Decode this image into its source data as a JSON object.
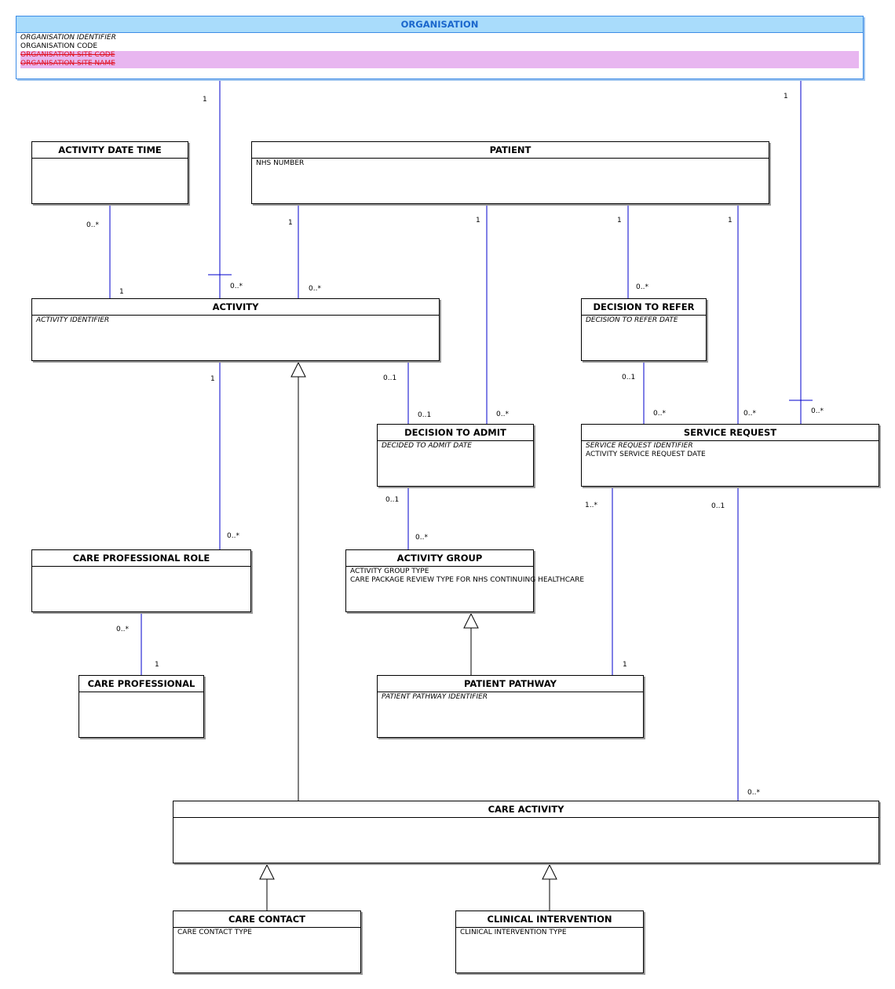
{
  "entities": {
    "organisation": {
      "name": "ORGANISATION",
      "attributes": [
        {
          "text": "ORGANISATION IDENTIFIER",
          "style": "id"
        },
        {
          "text": "ORGANISATION CODE",
          "style": "plain"
        },
        {
          "text": "ORGANISATION SITE CODE",
          "style": "removed"
        },
        {
          "text": "ORGANISATION SITE NAME",
          "style": "removed"
        }
      ]
    },
    "activity_date_time": {
      "name": "ACTIVITY DATE TIME",
      "attributes": []
    },
    "patient": {
      "name": "PATIENT",
      "attributes": [
        {
          "text": "NHS NUMBER",
          "style": "plain"
        }
      ]
    },
    "activity": {
      "name": "ACTIVITY",
      "attributes": [
        {
          "text": "ACTIVITY IDENTIFIER",
          "style": "id"
        }
      ]
    },
    "decision_to_refer": {
      "name": "DECISION TO REFER",
      "attributes": [
        {
          "text": "DECISION TO REFER DATE",
          "style": "id"
        }
      ]
    },
    "decision_to_admit": {
      "name": "DECISION TO ADMIT",
      "attributes": [
        {
          "text": "DECIDED TO ADMIT DATE",
          "style": "id"
        }
      ]
    },
    "service_request": {
      "name": "SERVICE REQUEST",
      "attributes": [
        {
          "text": "SERVICE REQUEST IDENTIFIER",
          "style": "id"
        },
        {
          "text": "ACTIVITY SERVICE REQUEST DATE",
          "style": "plain"
        }
      ]
    },
    "care_professional_role": {
      "name": "CARE PROFESSIONAL ROLE",
      "attributes": []
    },
    "activity_group": {
      "name": "ACTIVITY GROUP",
      "attributes": [
        {
          "text": "ACTIVITY GROUP TYPE",
          "style": "plain"
        },
        {
          "text": "CARE PACKAGE REVIEW TYPE FOR NHS CONTINUING HEALTHCARE",
          "style": "plain"
        }
      ]
    },
    "care_professional": {
      "name": "CARE PROFESSIONAL",
      "attributes": []
    },
    "patient_pathway": {
      "name": "PATIENT PATHWAY",
      "attributes": [
        {
          "text": "PATIENT PATHWAY IDENTIFIER",
          "style": "id"
        }
      ]
    },
    "care_activity": {
      "name": "CARE ACTIVITY",
      "attributes": []
    },
    "care_contact": {
      "name": "CARE CONTACT",
      "attributes": [
        {
          "text": "CARE CONTACT TYPE",
          "style": "plain"
        }
      ]
    },
    "clinical_intervention": {
      "name": "CLINICAL INTERVENTION",
      "attributes": [
        {
          "text": "CLINICAL INTERVENTION TYPE",
          "style": "plain"
        }
      ]
    }
  },
  "relationships": [
    {
      "from": "organisation",
      "to": "activity",
      "from_mult": "1",
      "to_mult": "0..*"
    },
    {
      "from": "organisation",
      "to": "service_request",
      "from_mult": "1",
      "to_mult": "0..*"
    },
    {
      "from": "activity_date_time",
      "to": "activity",
      "from_mult": "0..*",
      "to_mult": "1"
    },
    {
      "from": "patient",
      "to": "activity",
      "from_mult": "1",
      "to_mult": "0..*"
    },
    {
      "from": "patient",
      "to": "decision_to_admit",
      "from_mult": "1",
      "to_mult": "0..*"
    },
    {
      "from": "patient",
      "to": "decision_to_refer",
      "from_mult": "1",
      "to_mult": "0..*"
    },
    {
      "from": "patient",
      "to": "service_request",
      "from_mult": "1",
      "to_mult": "0..*"
    },
    {
      "from": "activity",
      "to": "care_professional_role",
      "from_mult": "1",
      "to_mult": "0..*"
    },
    {
      "from": "activity",
      "to": "decision_to_admit",
      "from_mult": "0..1",
      "to_mult": "0..1"
    },
    {
      "from": "decision_to_refer",
      "to": "service_request",
      "from_mult": "0..1",
      "to_mult": "0..*"
    },
    {
      "from": "decision_to_admit",
      "to": "activity_group",
      "from_mult": "0..1",
      "to_mult": "0..*"
    },
    {
      "from": "service_request",
      "to": "patient_pathway",
      "from_mult": "1..*",
      "to_mult": "1"
    },
    {
      "from": "service_request",
      "to": "care_activity",
      "from_mult": "0..1",
      "to_mult": "0..*"
    },
    {
      "from": "care_professional_role",
      "to": "care_professional",
      "from_mult": "0..*",
      "to_mult": "1"
    }
  ],
  "generalizations": [
    {
      "child": "care_activity",
      "parent": "activity"
    },
    {
      "child": "patient_pathway",
      "parent": "activity_group"
    },
    {
      "child": "care_contact",
      "parent": "care_activity"
    },
    {
      "child": "clinical_intervention",
      "parent": "care_activity"
    }
  ],
  "colors": {
    "association_line": "#0000cc",
    "organisation_header": "#a9dcfb",
    "organisation_title": "#1a66cc",
    "removed_attribute": "#e0101e",
    "removed_highlight": "#e8b6f0"
  }
}
